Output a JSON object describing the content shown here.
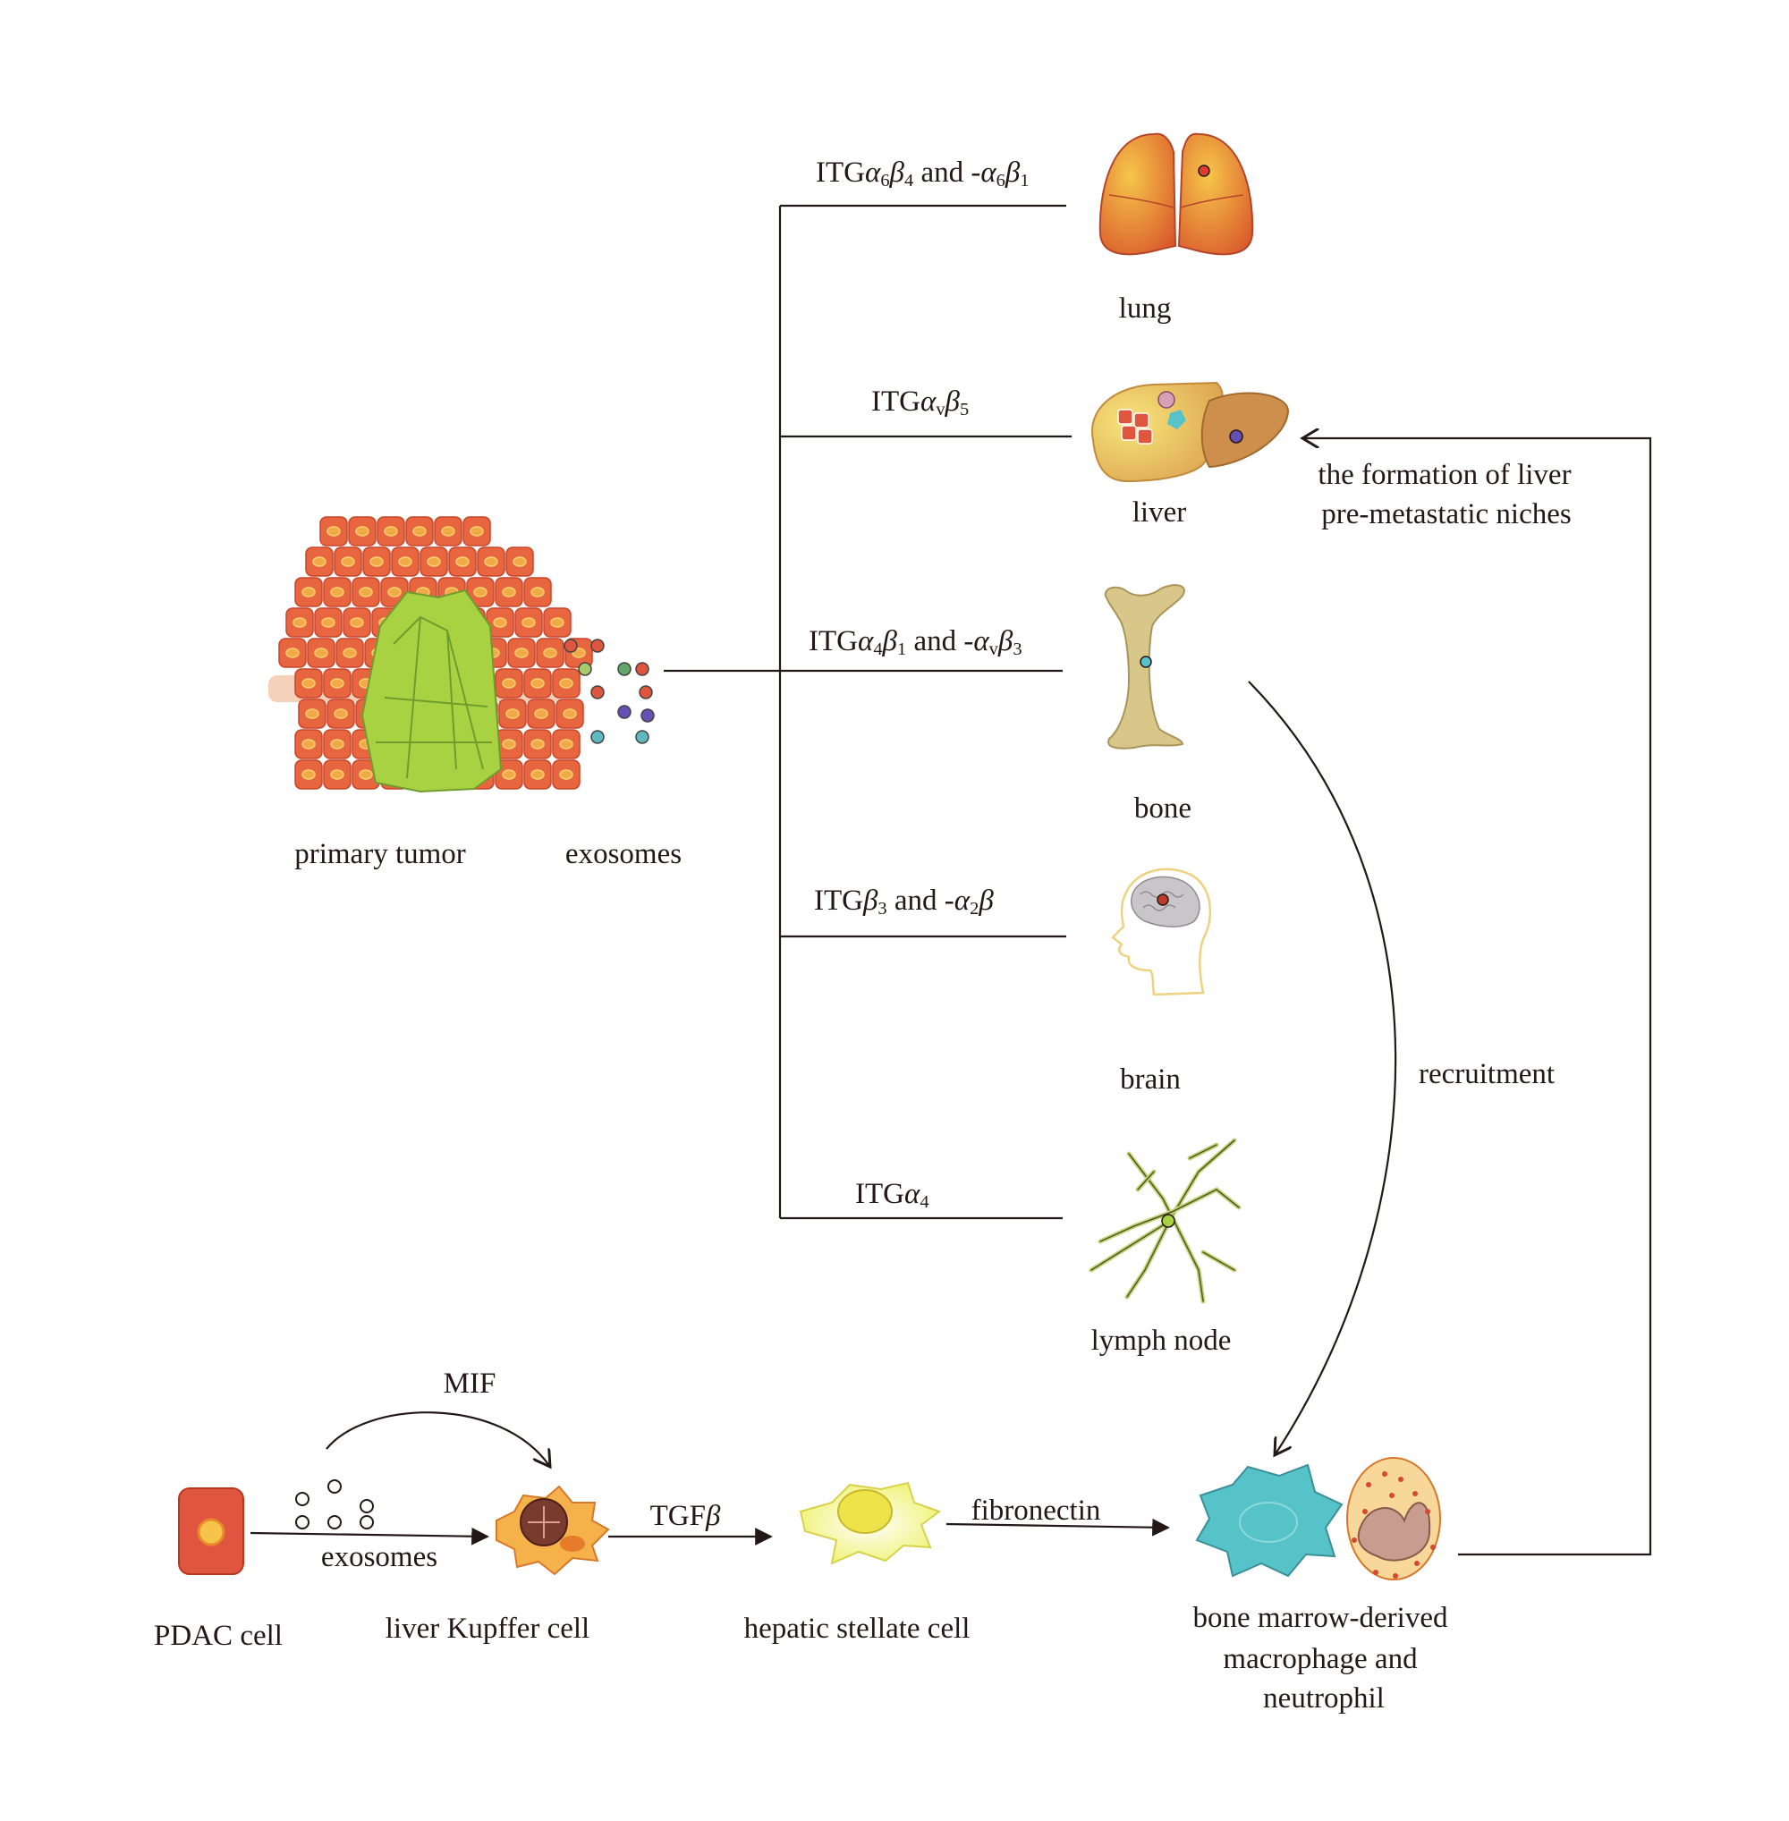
{
  "labels": {
    "primary_tumor": "primary tumor",
    "exosomes_top": "exosomes",
    "lung": "lung",
    "liver": "liver",
    "bone": "bone",
    "brain": "brain",
    "lymph_node": "lymph node",
    "liver_niche_line1": "the formation of liver",
    "liver_niche_line2": "pre-metastatic niches",
    "recruitment": "recruitment",
    "mif": "MIF",
    "pdac_cell": "PDAC cell",
    "exosomes_bottom": "exosomes",
    "kupffer_cell": "liver Kupffer cell",
    "tgfb_prefix": "TGF",
    "tgfb_greek": "β",
    "stellate_cell": "hepatic stellate cell",
    "fibronectin": "fibronectin",
    "bmd_line1": "bone marrow-derived",
    "bmd_line2": "macrophage and",
    "bmd_line3": "neutrophil"
  },
  "integrins": {
    "lung": {
      "p1": "ITG",
      "g1": "α",
      "s1": "6",
      "g2": "β",
      "s2": "4",
      "mid": " and -",
      "g3": "α",
      "s3": "6",
      "g4": "β",
      "s4": "1"
    },
    "liver": {
      "p1": "ITG",
      "g1": "α",
      "s1": "v",
      "g2": "β",
      "s2": "5"
    },
    "bone": {
      "p1": "ITG",
      "g1": "α",
      "s1": "4",
      "g2": "β",
      "s2": "1",
      "mid": " and -",
      "g3": "α",
      "s3": "v",
      "g4": "β",
      "s4": "3"
    },
    "brain": {
      "p1": "ITG",
      "g1": "β",
      "s1": "3",
      "mid": " and -",
      "g2": "α",
      "s2": "2",
      "g3": "β"
    },
    "lymph": {
      "p1": "ITG",
      "g1": "α",
      "s1": "4"
    }
  },
  "colors": {
    "line": "#231815",
    "tumor_red": "#e0553e",
    "tumor_green": "#a9d243",
    "organ_orange": "#e8892a",
    "bone": "#d9c78a",
    "macrophage": "#56c3c9",
    "stellate": "#f1ef6a"
  },
  "icons": [
    "tumor-tissue-icon",
    "exosome-dots-icon",
    "lung-icon",
    "liver-icon",
    "bone-icon",
    "brain-head-icon",
    "lymph-node-icon",
    "pdac-cell-icon",
    "kupffer-cell-icon",
    "stellate-cell-icon",
    "macrophage-icon",
    "neutrophil-icon"
  ]
}
